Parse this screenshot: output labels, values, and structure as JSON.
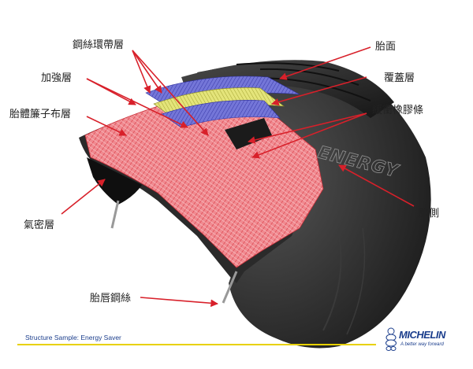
{
  "labels": {
    "steel_belt": "鋼絲環帶層",
    "reinforce": "加強層",
    "carcass": "胎體簾子布層",
    "inner_liner": "氣密層",
    "bead_wire": "胎唇鋼絲",
    "tread": "胎面",
    "cap_ply": "覆蓋層",
    "buffer": "緩衝橡膠條",
    "sidewall": "胎側"
  },
  "sidewall_text": "ENERGY",
  "caption": "Structure Sample: Energy Saver",
  "brand": {
    "name": "MICHELIN",
    "tagline": "A better way forward"
  },
  "colors": {
    "arrow": "#d8202a",
    "carcass": "#e8585e",
    "belt_yellow": "#d8d85a",
    "belt_blue": "#5e60c8",
    "rubber": "#2a2a2a",
    "brand": "#1a3d8c",
    "rule": "#e8d100"
  }
}
